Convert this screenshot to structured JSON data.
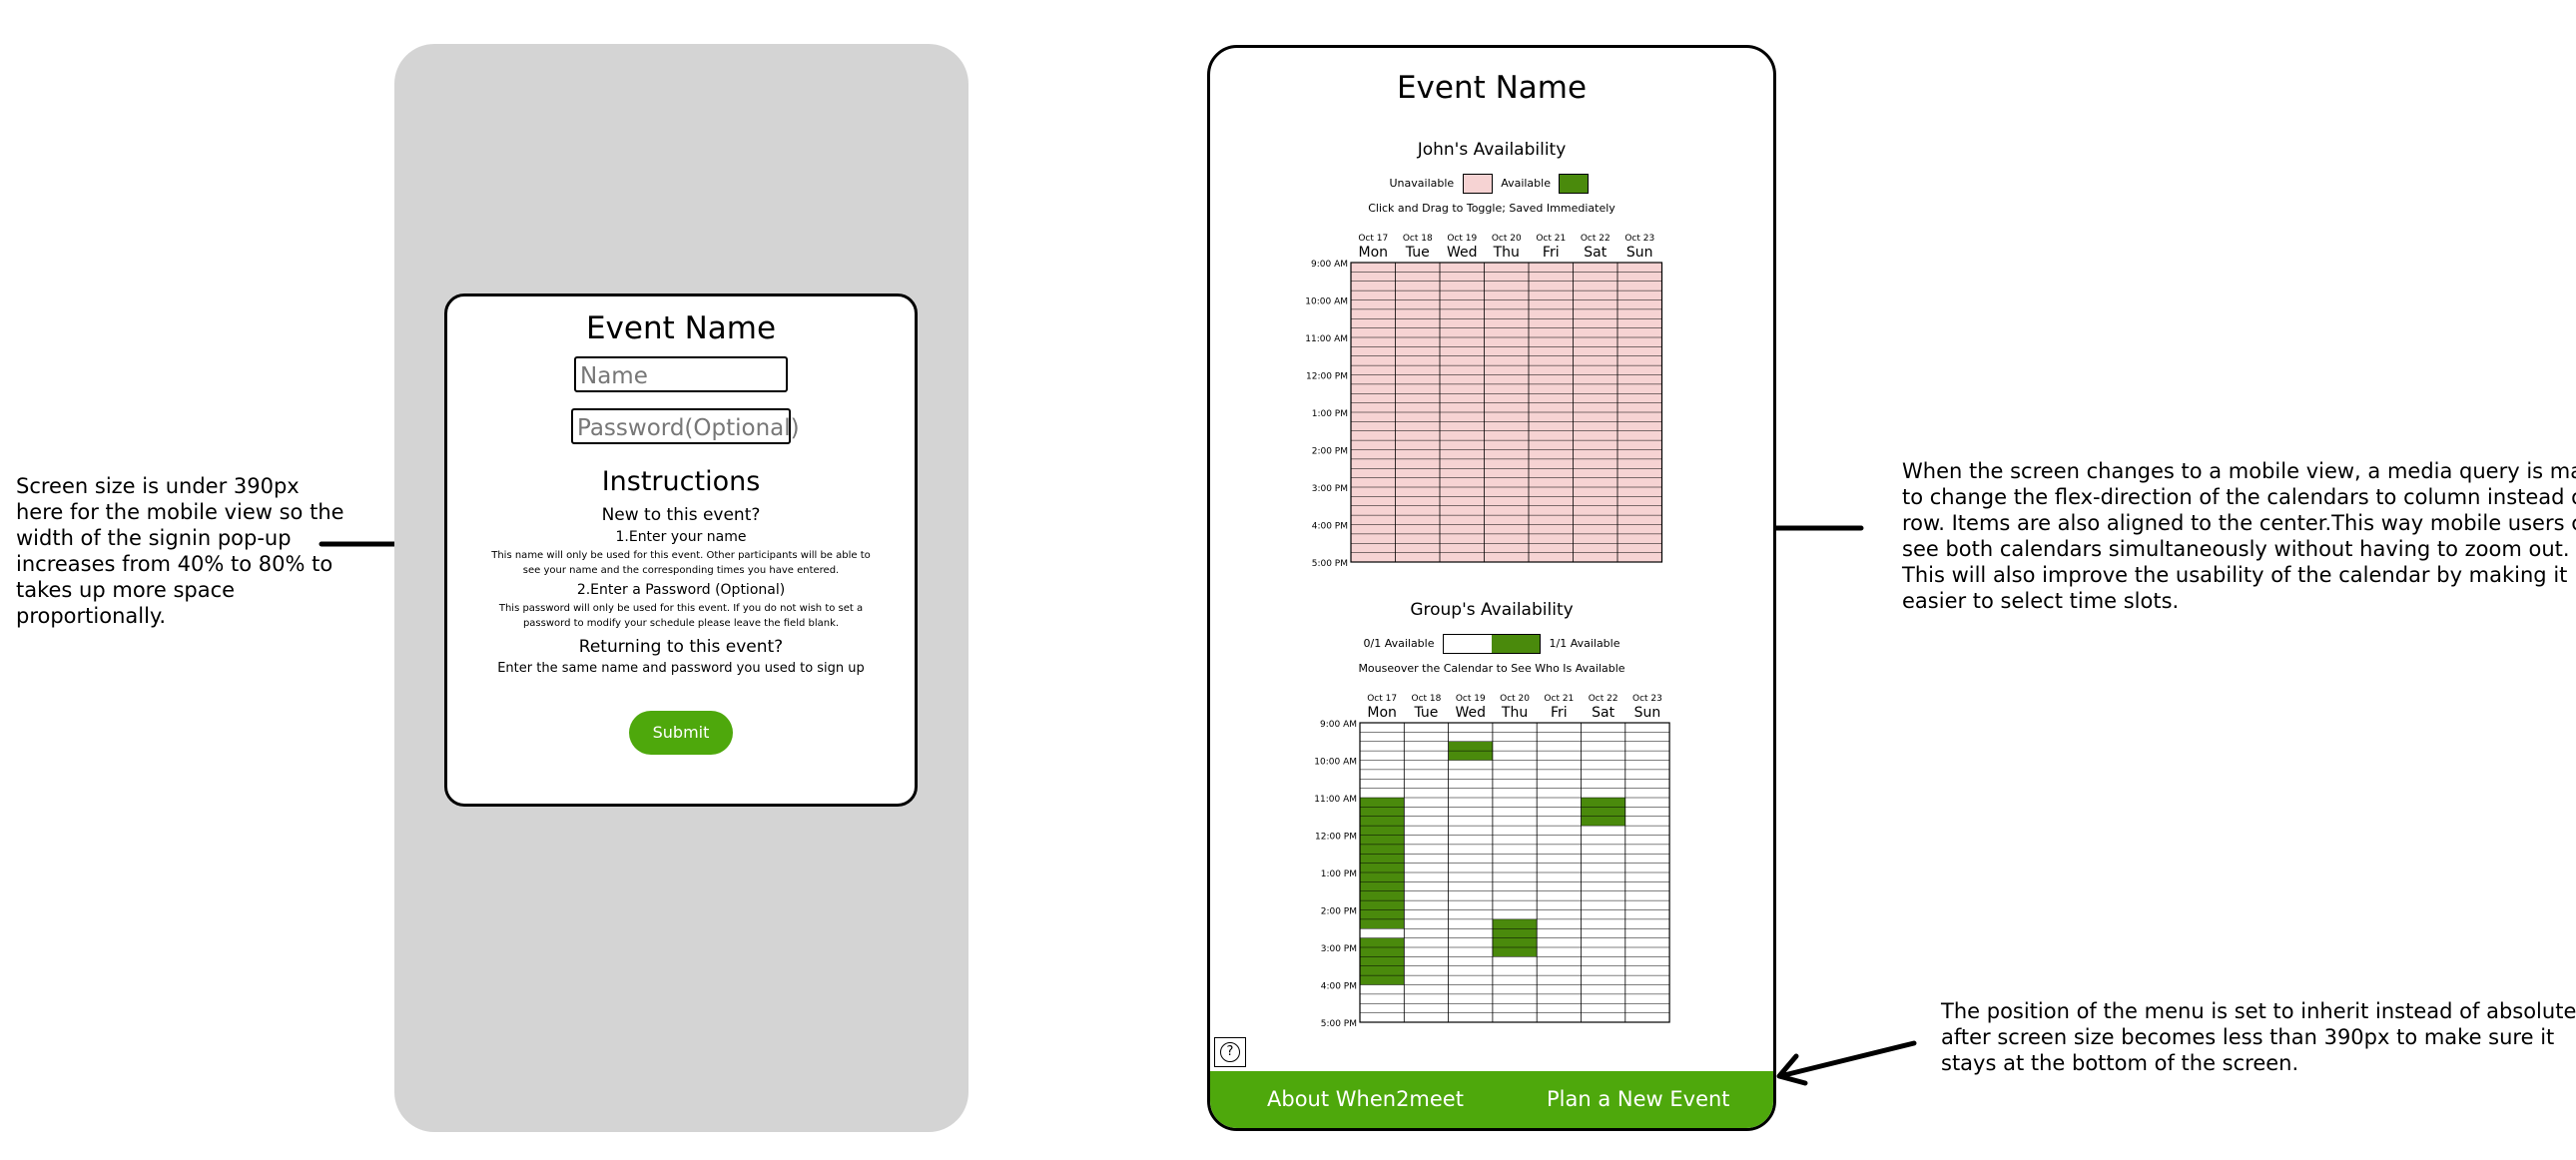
{
  "notes": {
    "left": [
      "Screen size is under 390px",
      "here for the mobile view so the",
      "width of the signin pop-up",
      "increases from 40% to 80% to",
      "takes up more space",
      "proportionally."
    ],
    "right": [
      "When the screen changes to a mobile view, a media query is made",
      "to change the flex-direction of the calendars to column instead of",
      "row. Items are also aligned to the center.This way mobile users can",
      "see both calendars simultaneously without having to zoom out.",
      "This will also improve the usability of the calendar by making it",
      "easier to select time slots."
    ],
    "bottom": [
      "The position of the menu is set to inherit instead of absolute",
      "after screen size becomes less than 390px to make sure it",
      "stays at the bottom of the screen."
    ]
  },
  "signin": {
    "title": "Event Name",
    "name_placeholder": "Name",
    "password_placeholder": "Password(Optional)",
    "instructions_title": "Instructions",
    "new_title": "New to this event?",
    "step1": "1.Enter your name",
    "step1_desc": "This name will only be used for this event. Other participants will be able to see your name and the corresponding times you have entered.",
    "step2": "2.Enter a Password (Optional)",
    "step2_desc": "This password will only be used for this event. If you do not wish to set a password to modify your schedule please leave the field blank.",
    "returning_title": "Returning to this event?",
    "returning_desc": "Enter the same name and password you used to sign up",
    "submit_label": "Submit"
  },
  "event": {
    "title": "Event Name",
    "johns": {
      "title": "John's Availability",
      "unavailable_label": "Unavailable",
      "available_label": "Available",
      "hint": "Click and Drag to Toggle; Saved Immediately"
    },
    "group": {
      "title": "Group's Availability",
      "zero_label": "0/1 Available",
      "one_label": "1/1 Available",
      "hint": "Mouseover the Calendar to See Who Is Available"
    },
    "days": [
      {
        "date": "Oct 17",
        "day": "Mon"
      },
      {
        "date": "Oct 18",
        "day": "Tue"
      },
      {
        "date": "Oct 19",
        "day": "Wed"
      },
      {
        "date": "Oct 20",
        "day": "Thu"
      },
      {
        "date": "Oct 21",
        "day": "Fri"
      },
      {
        "date": "Oct 22",
        "day": "Sat"
      },
      {
        "date": "Oct 23",
        "day": "Sun"
      }
    ],
    "times": [
      "9:00 AM",
      "10:00 AM",
      "11:00 AM",
      "12:00 PM",
      "1:00 PM",
      "2:00 PM",
      "3:00 PM",
      "4:00 PM",
      "5:00 PM"
    ],
    "group_available_slots": [
      {
        "day": 0,
        "from": "11:00 AM",
        "to": "2:30 PM"
      },
      {
        "day": 0,
        "from": "2:45 PM",
        "to": "4:00 PM"
      },
      {
        "day": 2,
        "from": "9:30 AM",
        "to": "10:00 AM"
      },
      {
        "day": 3,
        "from": "2:15 PM",
        "to": "3:15 PM"
      },
      {
        "day": 5,
        "from": "11:00 AM",
        "to": "11:45 AM"
      }
    ],
    "menu": {
      "about": "About When2meet",
      "plan": "Plan a New Event"
    },
    "help_icon": "question-circle-icon"
  },
  "colors": {
    "unavailable": "#f6d3d3",
    "available": "#4a8a0c",
    "menu_green": "#4ea80c",
    "phone_gray": "#d4d4d4"
  }
}
